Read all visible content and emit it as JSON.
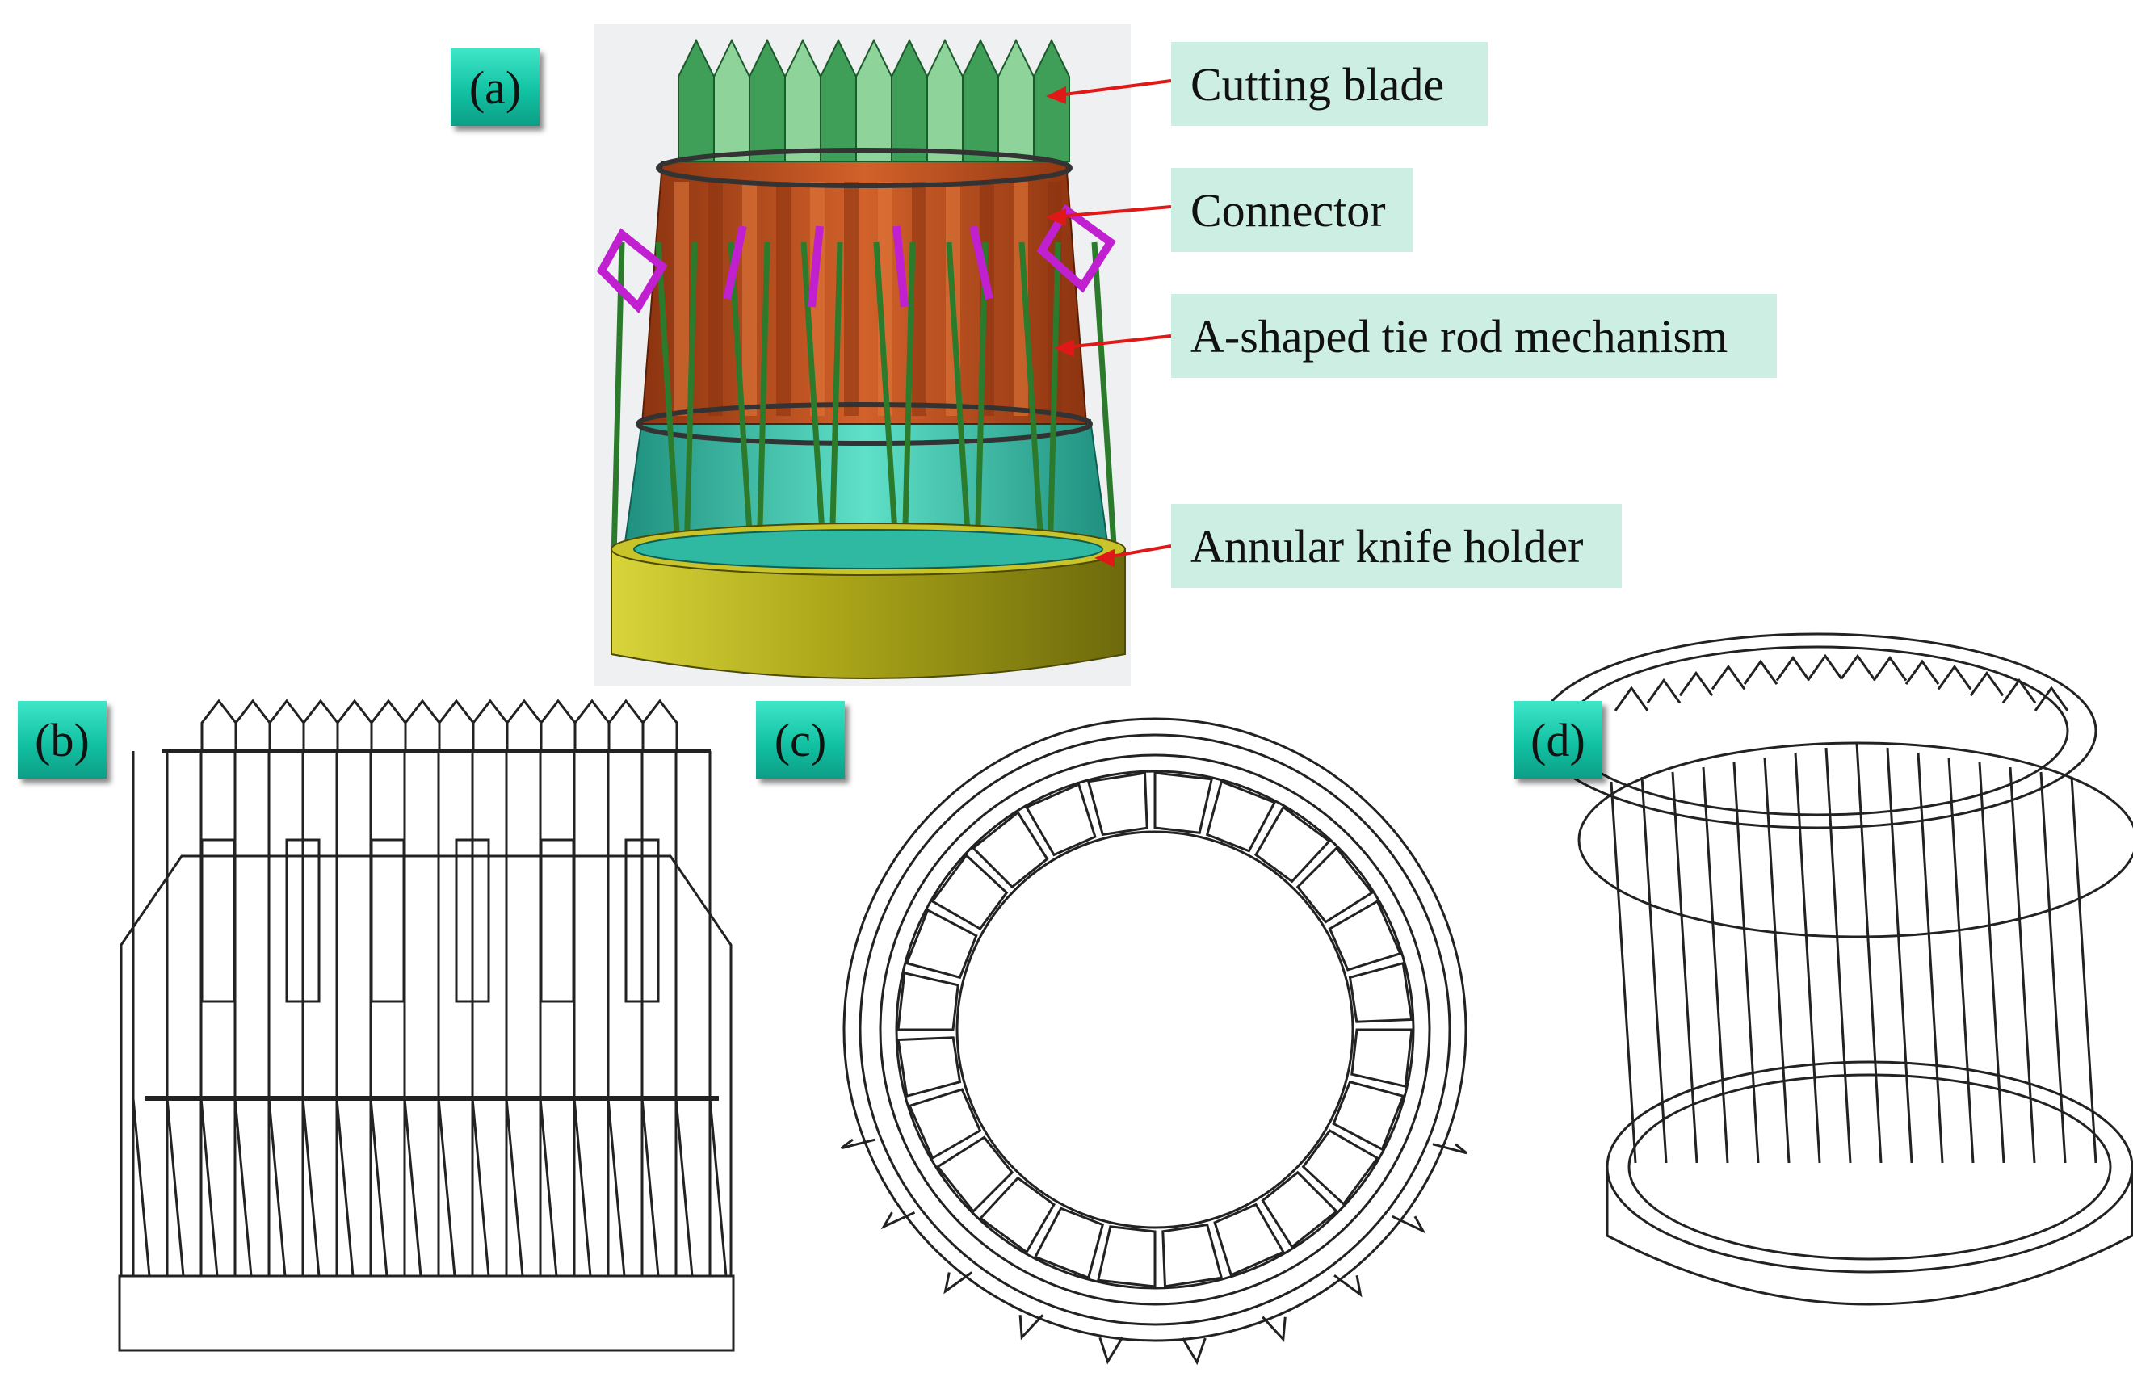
{
  "panels": {
    "a": {
      "tag": "(a)"
    },
    "b": {
      "tag": "(b)"
    },
    "c": {
      "tag": "(c)"
    },
    "d": {
      "tag": "(d)"
    }
  },
  "callouts": [
    {
      "label": "Cutting blade"
    },
    {
      "label": "Connector"
    },
    {
      "label": "A-shaped tie rod mechanism"
    },
    {
      "label": "Annular knife holder"
    }
  ],
  "colors": {
    "blade_green": "#3f9e57",
    "blade_light": "#8ed49a",
    "body_orange": "#c4501c",
    "body_dark": "#8c3410",
    "connector_magenta": "#c020d0",
    "rod_green": "#2c7a2c",
    "lower_teal": "#3ec9b4",
    "holder_olive": "#a9a418",
    "arrow_red": "#e01818",
    "tag_teal": "#12c2a3",
    "label_bg": "#cdeee3"
  }
}
